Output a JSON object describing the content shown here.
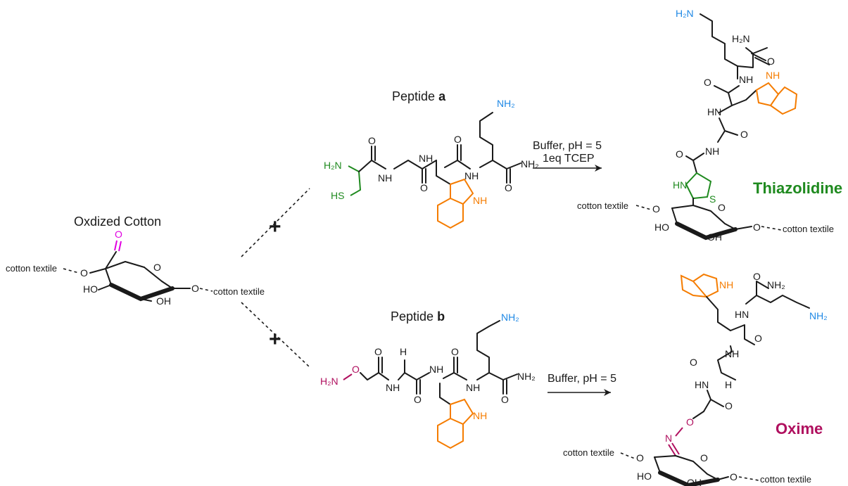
{
  "colors": {
    "aldehyde": "#e000e0",
    "cysteine": "#1f8a1f",
    "lysine": "#1e88e5",
    "tryptophan": "#f57c00",
    "aminooxy": "#b0105f",
    "bond": "#1a1a1a"
  },
  "labels": {
    "oxidized_cotton": "Oxdized Cotton",
    "peptide_a_prefix": "Peptide ",
    "peptide_a_letter": "a",
    "peptide_b_prefix": "Peptide ",
    "peptide_b_letter": "b",
    "cotton_textile": "cotton textile",
    "plus": "+"
  },
  "conditions": {
    "top_line1": "Buffer, pH = 5",
    "top_line2": "1eq TCEP",
    "bottom_line1": "Buffer, pH = 5"
  },
  "products": {
    "top": "Thiazolidine",
    "bottom": "Oxime"
  },
  "atoms": {
    "O": "O",
    "OH": "OH",
    "HO": "HO",
    "H": "H",
    "NH": "NH",
    "HN": "HN",
    "N": "N",
    "S": "S",
    "HS": "HS",
    "NH2": "NH₂",
    "H2N": "H₂N"
  }
}
